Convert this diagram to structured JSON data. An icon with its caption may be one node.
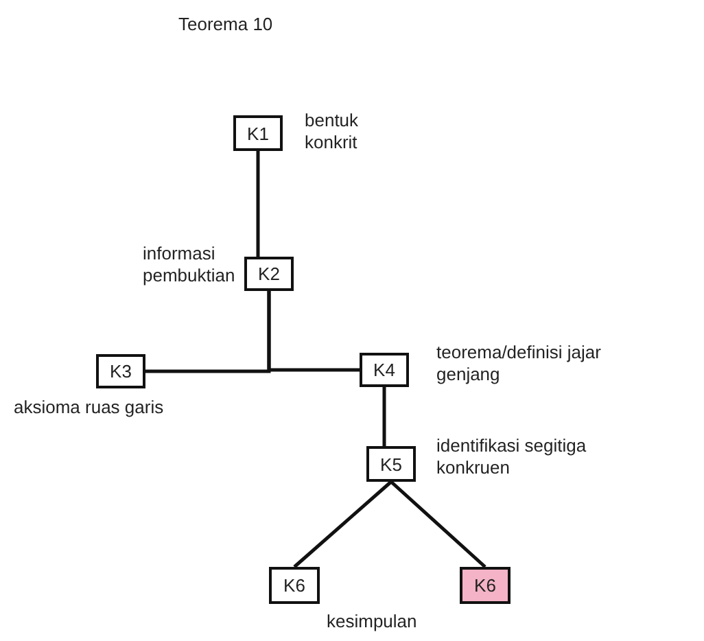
{
  "diagram": {
    "title": "Teorema 10",
    "nodes": [
      {
        "text": [
          "K1"
        ],
        "beside": [
          "bentuk konkrit"
        ]
      },
      {
        "text": [
          "K2"
        ],
        "beside": [
          "informasi pembuktian"
        ]
      },
      {
        "text": [
          "K3"
        ],
        "beside": [
          "aksioma ruas garis"
        ]
      },
      {
        "text": [
          "K4"
        ],
        "beside": [
          "teorema/definisi jajar genjang"
        ]
      },
      {
        "text": [
          "K5"
        ],
        "beside": [
          "identifikasi segitiga konkruen"
        ]
      },
      {
        "text": [
          "K6"
        ]
      },
      {
        "text": [
          "K6"
        ]
      }
    ],
    "edges": [
      {
        "from": 0,
        "to": 1,
        "arrow": "none"
      },
      {
        "from": 1,
        "to": 2,
        "arrow": "none"
      },
      {
        "from": 1,
        "to": 3,
        "arrow": "none"
      },
      {
        "from": 3,
        "to": 4,
        "arrow": "none"
      },
      {
        "from": 4,
        "to": 5,
        "arrow": "none"
      },
      {
        "from": 4,
        "to": 6,
        "arrow": "none"
      }
    ],
    "labels": [
      "kesimpulan"
    ]
  }
}
